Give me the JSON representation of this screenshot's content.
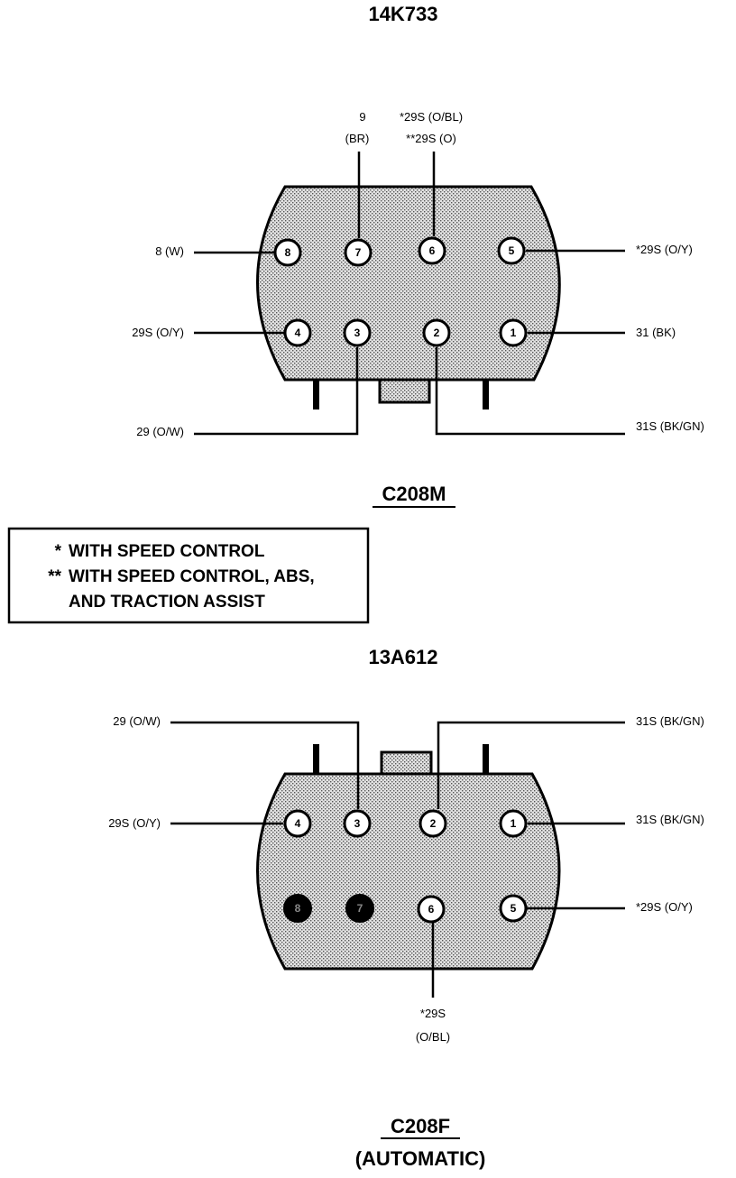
{
  "top_connector": {
    "part_number": "14K733",
    "name": "C208M",
    "pins": [
      {
        "num": "8",
        "label": "8 (W)"
      },
      {
        "num": "7",
        "label": "9 (BR)"
      },
      {
        "num": "6",
        "label": "*29S (O/BL)",
        "label2": "**29S (O)"
      },
      {
        "num": "5",
        "label": "*29S (O/Y)"
      },
      {
        "num": "4",
        "label": "29S (O/Y)"
      },
      {
        "num": "3",
        "label": "29 (O/W)"
      },
      {
        "num": "2",
        "label": "31S (BK/GN)"
      },
      {
        "num": "1",
        "label": "31 (BK)"
      }
    ],
    "pin7_label_num": "9",
    "pin7_label_color": "(BR)"
  },
  "legend": {
    "line1_mark": "*",
    "line1_text": "WITH SPEED CONTROL",
    "line2_mark": "**",
    "line2_text": "WITH SPEED CONTROL, ABS,",
    "line3_text": "AND TRACTION ASSIST"
  },
  "bottom_connector": {
    "part_number": "13A612",
    "name": "C208F",
    "subtitle": "(AUTOMATIC)",
    "pins": [
      {
        "num": "4",
        "label": "29S (O/Y)"
      },
      {
        "num": "3",
        "label": "29 (O/W)"
      },
      {
        "num": "2",
        "label": "31S (BK/GN)"
      },
      {
        "num": "1",
        "label": "31S (BK/GN)"
      },
      {
        "num": "8",
        "label": ""
      },
      {
        "num": "7",
        "label": ""
      },
      {
        "num": "6",
        "label": "*29S",
        "label2": "(O/BL)"
      },
      {
        "num": "5",
        "label": "*29S (O/Y)"
      }
    ]
  }
}
